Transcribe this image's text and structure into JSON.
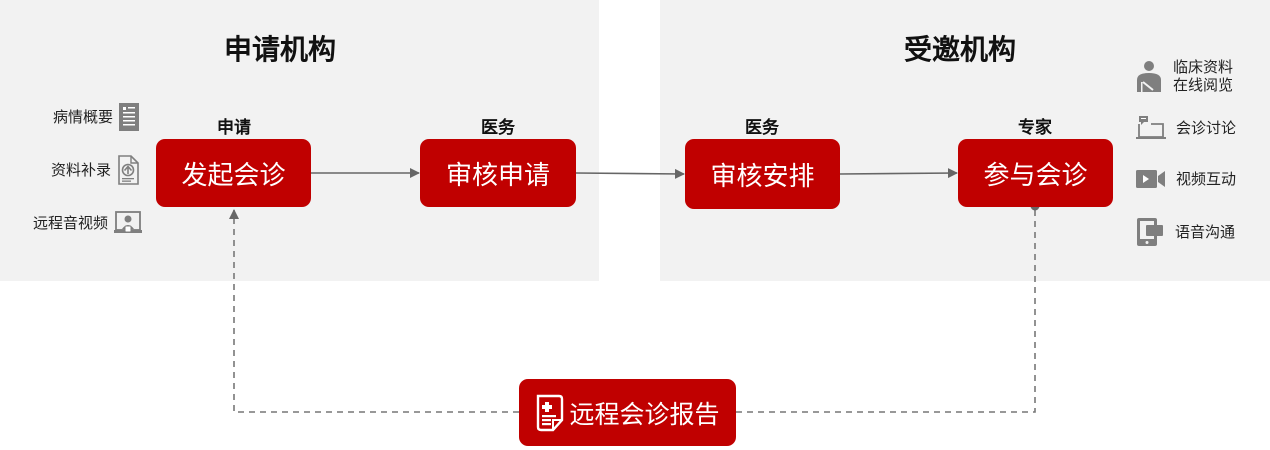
{
  "colors": {
    "accent": "#c00000",
    "panel": "#f2f2f2",
    "line": "#666666",
    "icon": "#7f7f7f"
  },
  "left_panel": {
    "title": "申请机构",
    "tools": [
      {
        "label": "病情概要",
        "icon": "document-list-icon"
      },
      {
        "label": "资料补录",
        "icon": "file-upload-icon"
      },
      {
        "label": "远程音视频",
        "icon": "video-call-monitor-icon"
      }
    ]
  },
  "right_panel": {
    "title": "受邀机构",
    "tools": [
      {
        "label_line1": "临床资料",
        "label_line2": "在线阅览",
        "icon": "doctor-person-icon"
      },
      {
        "label": "会诊讨论",
        "icon": "laptop-chat-icon"
      },
      {
        "label": "视频互动",
        "icon": "video-camera-icon"
      },
      {
        "label": "语音沟通",
        "icon": "screen-speech-icon"
      }
    ]
  },
  "steps": [
    {
      "role": "申请",
      "label": "发起会诊"
    },
    {
      "role": "医务",
      "label": "审核申请"
    },
    {
      "role": "医务",
      "label": "审核安排"
    },
    {
      "role": "专家",
      "label": "参与会诊"
    }
  ],
  "report": {
    "label": "远程会诊报告",
    "icon": "medical-report-icon"
  }
}
